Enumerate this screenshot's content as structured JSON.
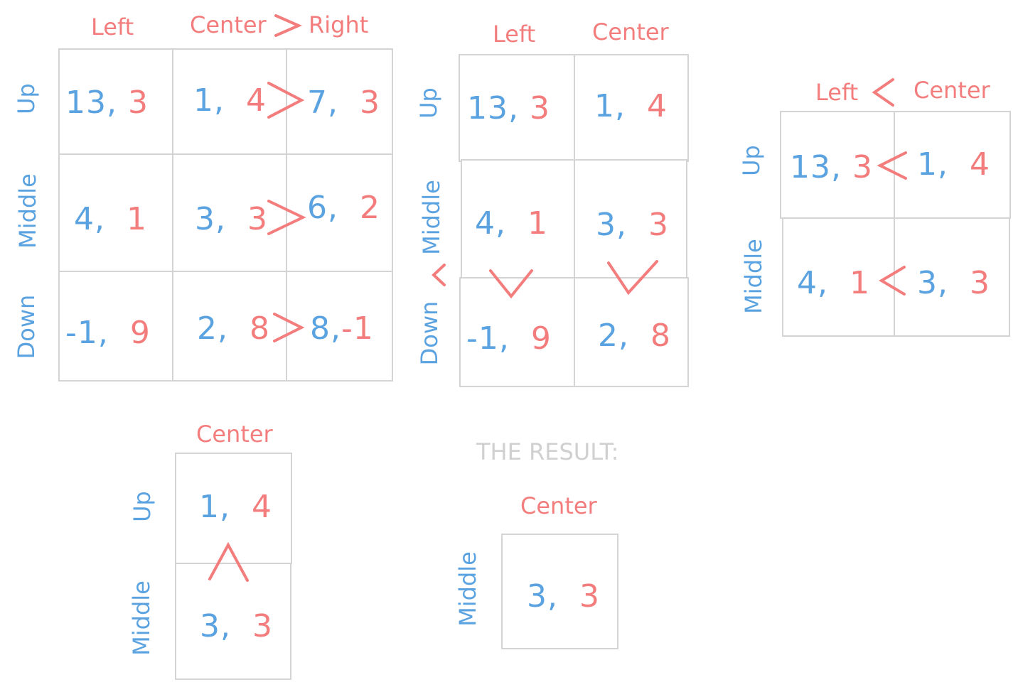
{
  "colors": {
    "player1": "#5aa2e0",
    "player2": "#f37d7d",
    "grid": "#d4d4d4",
    "result": "#d0d0d0"
  },
  "matrix1": {
    "cols": [
      "Left",
      "Center",
      "Right"
    ],
    "rows": [
      "Up",
      "Middle",
      "Down"
    ],
    "cells": [
      [
        {
          "p1": "13,",
          "p2": "3"
        },
        {
          "p1": "1,",
          "p2": "4"
        },
        {
          "p1": "7,",
          "p2": "3"
        }
      ],
      [
        {
          "p1": "4,",
          "p2": "1"
        },
        {
          "p1": "3,",
          "p2": "3"
        },
        {
          "p1": "6,",
          "p2": "2"
        }
      ],
      [
        {
          "p1": "-1,",
          "p2": "9"
        },
        {
          "p1": "2,",
          "p2": "8"
        },
        {
          "p1": "8,",
          "p2": "-1"
        }
      ]
    ]
  },
  "matrix2": {
    "cols": [
      "Left",
      "Center"
    ],
    "rows": [
      "Up",
      "Middle",
      "Down"
    ],
    "cells": [
      [
        {
          "p1": "13,",
          "p2": "3"
        },
        {
          "p1": "1,",
          "p2": "4"
        }
      ],
      [
        {
          "p1": "4,",
          "p2": "1"
        },
        {
          "p1": "3,",
          "p2": "3"
        }
      ],
      [
        {
          "p1": "-1,",
          "p2": "9"
        },
        {
          "p1": "2,",
          "p2": "8"
        }
      ]
    ]
  },
  "matrix3": {
    "cols": [
      "Left",
      "Center"
    ],
    "rows": [
      "Up",
      "Middle"
    ],
    "cells": [
      [
        {
          "p1": "13,",
          "p2": "3"
        },
        {
          "p1": "1,",
          "p2": "4"
        }
      ],
      [
        {
          "p1": "4,",
          "p2": "1"
        },
        {
          "p1": "3,",
          "p2": "3"
        }
      ]
    ]
  },
  "matrix4": {
    "cols": [
      "Center"
    ],
    "rows": [
      "Up",
      "Middle"
    ],
    "cells": [
      [
        {
          "p1": "1,",
          "p2": "4"
        }
      ],
      [
        {
          "p1": "3,",
          "p2": "3"
        }
      ]
    ]
  },
  "result": {
    "title": "THE RESULT:",
    "col": "Center",
    "row": "Middle",
    "cell": {
      "p1": "3,",
      "p2": "3"
    }
  }
}
